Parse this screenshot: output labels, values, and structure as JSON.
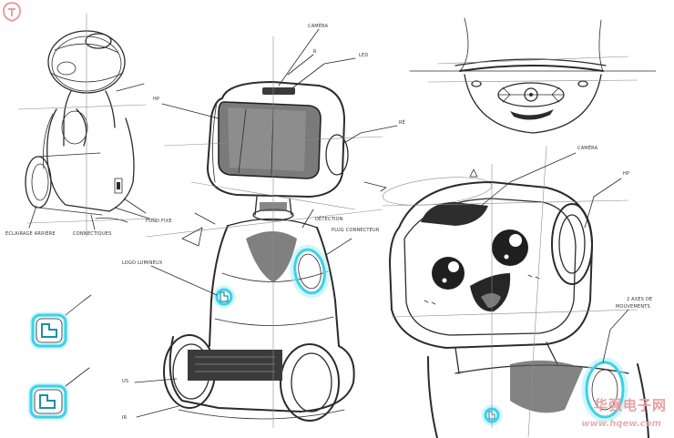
{
  "annotations": {
    "camera_top": "CAMÉRA",
    "led": "LED",
    "r_mark": "R",
    "hp_left": "HP",
    "re_mark": "RÉ",
    "detection": "DÉTECTION",
    "plug_connector": "PLUG CONNECTEUR",
    "logo_lumineux": "LOGO LUMINEUX",
    "eclairage_arriere": "ÉCLAIRAGE ARRIÈRE",
    "connectiques": "CONNECTIQUES",
    "fond_fixe": "FOND FIXE",
    "us": "US",
    "ir": "IR",
    "camera_right": "CAMÉRA",
    "hp_right": "HP",
    "axes_line1": "2 AXES DE",
    "axes_line2": "MOUVEMENTS"
  },
  "watermark": {
    "site_name": "华强电子网",
    "site_url": "www.hqew.com"
  },
  "colors": {
    "accent_glow": "#3fd0e6",
    "ink": "#2b2b2b",
    "watermark": "#e8a0a0"
  }
}
